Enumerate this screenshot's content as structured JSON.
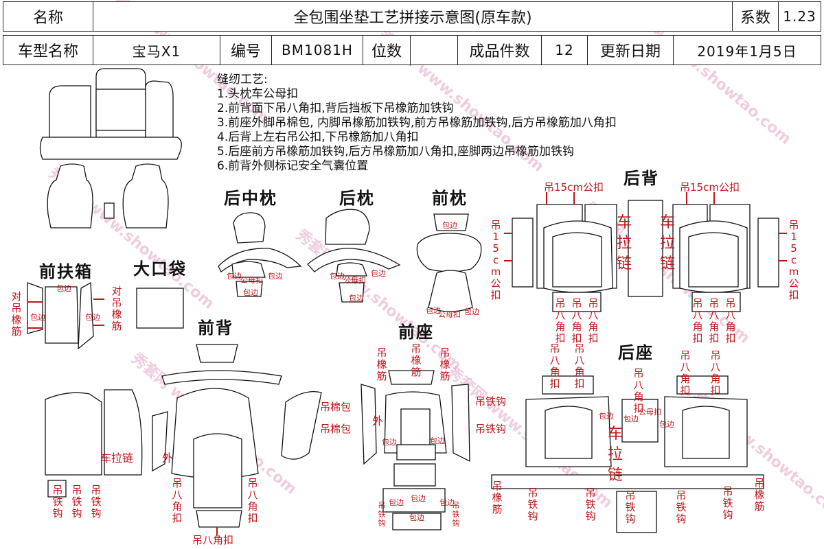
{
  "header": {
    "name_label": "名称",
    "title": "全包围坐垫工艺拼接示意图(原车款)",
    "coef_label": "系数",
    "coef_value": "1.23",
    "model_label": "车型名称",
    "model_value": "宝马X1",
    "code_label": "编号",
    "code_value": "BM1081H",
    "position_label": "位数",
    "position_value": "",
    "pieces_label": "成品件数",
    "pieces_value": "12",
    "update_label": "更新日期",
    "update_value": "2019年1月5日"
  },
  "sewing_notes": {
    "title": "缝纫工艺:",
    "items": [
      "1.头枕车公母扣",
      "2.前背面下吊八角扣,背后挡板下吊橡筋加铁钩",
      "3.前座外脚吊棉包, 内脚吊橡筋加铁钩,前方吊橡筋加铁钩,后方吊橡筋加八角扣",
      "4.后背上左右吊公扣,下吊橡筋加八角扣",
      "5.后座前方吊橡筋加铁钩,后方吊橡筋加八角扣,座脚两边吊橡筋加铁钩",
      "6.前背外侧标记安全气囊位置"
    ]
  },
  "section_titles": {
    "rear_center_headrest": "后中枕",
    "rear_headrest": "后枕",
    "front_headrest": "前枕",
    "rear_back": "后背",
    "armrest_box": "前扶箱",
    "big_pocket": "大口袋",
    "front_back": "前背",
    "front_seat": "前座",
    "rear_seat": "后座"
  },
  "annotations": {
    "hang_15cm_male": "吊15cm公扣",
    "side_15cm_male": "吊15cm公扣",
    "zipper": "车拉链",
    "octagon_buckle": "吊八角扣",
    "iron_hook": "吊铁钩",
    "rubber_band": "吊橡筋",
    "cotton_pack": "吊棉包",
    "binding": "包边",
    "male_female": "公母扣",
    "opposite_hang_rubber": "对吊橡筋",
    "outer": "外"
  },
  "watermark": "秀套网 www.showtao.com",
  "colors": {
    "annotation_red": "#c0141a",
    "line": "#111111",
    "watermark": "#e3a3c8"
  }
}
